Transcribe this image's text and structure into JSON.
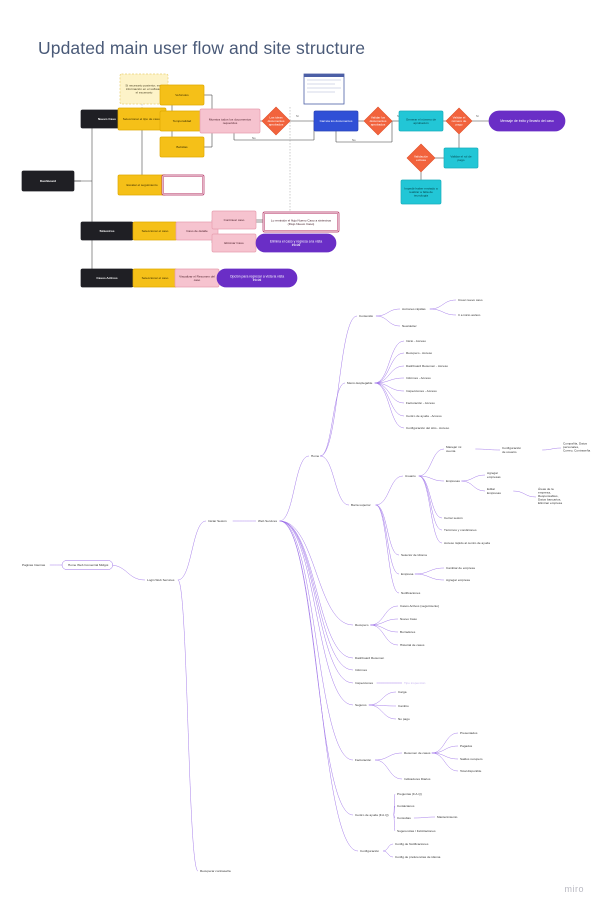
{
  "title": "Updated main user flow and site structure",
  "brand": "miro",
  "flow": {
    "nodes": [
      {
        "id": "f-dashboard",
        "text": "Dashboard",
        "style": "dark"
      },
      {
        "id": "f-nuevo-caso",
        "text": "Nuevo Caso",
        "style": "dark"
      },
      {
        "id": "f-siniestros",
        "text": "Siniestros",
        "style": "dark"
      },
      {
        "id": "f-casos-activos",
        "text": "Casos Activos",
        "style": "dark"
      },
      {
        "id": "f-note-dashed",
        "text": "Si necesario posterior, esta información en el software el escenario",
        "style": "note"
      },
      {
        "id": "f-sel-tipo",
        "text": "Seleccionar el tipo de casos",
        "style": "yellow"
      },
      {
        "id": "f-vehiculos",
        "text": "Vehículos",
        "style": "yellow"
      },
      {
        "id": "f-temporalidad",
        "text": "Temporalidad",
        "style": "yellow"
      },
      {
        "id": "f-bebidas",
        "text": "Bebidas",
        "style": "yellow"
      },
      {
        "id": "f-escalar",
        "text": "Escalar el seguimiento",
        "style": "yellow"
      },
      {
        "id": "f-box-empty",
        "text": "",
        "style": "outline"
      },
      {
        "id": "f-pink-docs",
        "text": "Muestra todos los documentos requeridos",
        "style": "pink"
      },
      {
        "id": "f-d1",
        "text": "Las ideas documentos aprobados",
        "style": "diamond"
      },
      {
        "id": "f-form",
        "text": "",
        "style": "form"
      },
      {
        "id": "f-blue",
        "text": "Carreta los documentos",
        "style": "blue"
      },
      {
        "id": "f-d2",
        "text": "Validar los documentos aprobados",
        "style": "diamond"
      },
      {
        "id": "f-cyan1",
        "text": "Generar el número de aprobación",
        "style": "cyan"
      },
      {
        "id": "f-d3",
        "text": "Validar el número de pago",
        "style": "diamond"
      },
      {
        "id": "f-end-purple",
        "text": "Mensaje de éxito y llevarlo del caso",
        "style": "purple"
      },
      {
        "id": "f-cyan2",
        "text": "Validar el rol de pago",
        "style": "cyan"
      },
      {
        "id": "f-d4",
        "text": "Validación exitosa",
        "style": "diamond"
      },
      {
        "id": "f-cyan3",
        "text": "Impedir haber enviado a realizar a falta de tecnología",
        "style": "cyan"
      },
      {
        "id": "f-sel-caso",
        "text": "Seleccionar el caso",
        "style": "yellow"
      },
      {
        "id": "f-ver-detalle",
        "text": "Caso de detalle",
        "style": "pink"
      },
      {
        "id": "f-continuar",
        "text": "Continuar caso",
        "style": "pink"
      },
      {
        "id": "f-eliminar",
        "text": "Eliminar Caso",
        "style": "pink"
      },
      {
        "id": "f-outline-2",
        "text": "Lo remisión el flujo Nuevo Caso a siniestros (Flujo Nuevo Caso)",
        "style": "outline"
      },
      {
        "id": "f-purple2",
        "text": "Elimina el caso y regresa a la vista inicial",
        "style": "purple"
      },
      {
        "id": "f-sel-caso2",
        "text": "Seleccionar el caso",
        "style": "yellow"
      },
      {
        "id": "f-ver-resumen",
        "text": "Visualizar el Resumen del caso",
        "style": "pink"
      },
      {
        "id": "f-purple3",
        "text": "Opción para regresar a vista la vista inicial",
        "style": "purple"
      }
    ],
    "edge_labels": [
      "Sí",
      "No",
      "Sí",
      "No",
      "Sí",
      "No"
    ]
  },
  "tree": {
    "nodes": [
      {
        "id": "t-paginas",
        "text": "Paginas Internas",
        "depth": 0
      },
      {
        "id": "t-home",
        "text": "Home Web Comercial Midgot",
        "depth": 1
      },
      {
        "id": "t-login",
        "text": "Login Web Services",
        "depth": 2
      },
      {
        "id": "t-iniciar",
        "text": "Iniciar Sesión",
        "depth": 3
      },
      {
        "id": "t-recuperar-pw",
        "text": "Recuperar contraseña",
        "depth": 3
      },
      {
        "id": "t-web",
        "text": "Web Services",
        "depth": 4
      },
      {
        "id": "t-home2",
        "text": "Home",
        "depth": 5
      },
      {
        "id": "t-contenido",
        "text": "Contenido",
        "depth": 6
      },
      {
        "id": "t-acciones",
        "text": "Acciones rápidas",
        "depth": 7
      },
      {
        "id": "t-crear-caso",
        "text": "Crear nuevo caso",
        "depth": 8
      },
      {
        "id": "t-ir-inicio",
        "text": "Ir a inicio ac/aco",
        "depth": 8
      },
      {
        "id": "t-newsletter",
        "text": "Newsletter",
        "depth": 7
      },
      {
        "id": "t-menu",
        "text": "Menú desplegable",
        "depth": 6
      },
      {
        "id": "t-m1",
        "text": "Inicio - Acceso",
        "depth": 7
      },
      {
        "id": "t-m2",
        "text": "Recupero - Acceso",
        "depth": 7
      },
      {
        "id": "t-m3",
        "text": "Dashboard Resumen - Acceso",
        "depth": 7
      },
      {
        "id": "t-m4",
        "text": "Informes - Acceso",
        "depth": 7
      },
      {
        "id": "t-m5",
        "text": "Inspecciones - Acceso",
        "depth": 7
      },
      {
        "id": "t-m6",
        "text": "Facturación - Acceso",
        "depth": 7
      },
      {
        "id": "t-m7",
        "text": "Centro de ayuda - Acceso",
        "depth": 7
      },
      {
        "id": "t-m8",
        "text": "Configuración del sitio - Acceso",
        "depth": 7
      },
      {
        "id": "t-barra",
        "text": "Barra superior",
        "depth": 6
      },
      {
        "id": "t-usuario",
        "text": "Usuario",
        "depth": 7
      },
      {
        "id": "t-manejar",
        "text": "Manejar mi cuenta",
        "depth": 8
      },
      {
        "id": "t-config-usr",
        "text": "Configuración de usuario",
        "depth": 9
      },
      {
        "id": "t-compania",
        "text": "Compañía, Datos personales, Correo, Contraseña",
        "depth": 10
      },
      {
        "id": "t-empresas",
        "text": "Empresas",
        "depth": 8
      },
      {
        "id": "t-agregar",
        "text": "Agregar empresas",
        "depth": 9
      },
      {
        "id": "t-editar",
        "text": "Editar Empresas",
        "depth": 9
      },
      {
        "id": "t-areas",
        "text": "Áreas de la empresa, Responsables, Datos bancarios, Eliminar empresa",
        "depth": 10
      },
      {
        "id": "t-cerrar",
        "text": "Cerrar sesión",
        "depth": 8
      },
      {
        "id": "t-terminos",
        "text": "Términos y condiciones",
        "depth": 8
      },
      {
        "id": "t-acceso-ayuda",
        "text": "Acceso rápido al centro de ayuda",
        "depth": 8
      },
      {
        "id": "t-idioma",
        "text": "Selector de Idioma",
        "depth": 7
      },
      {
        "id": "t-empresa",
        "text": "Empresa",
        "depth": 7
      },
      {
        "id": "t-cambiar",
        "text": "Cambiar de empresa",
        "depth": 8
      },
      {
        "id": "t-agregar2",
        "text": "Agregar empresa",
        "depth": 8
      },
      {
        "id": "t-notif",
        "text": "Notificaciones",
        "depth": 7
      },
      {
        "id": "t-recupero",
        "text": "Recupero",
        "depth": 5
      },
      {
        "id": "t-casos-act",
        "text": "Casos Activos (seguimiento)",
        "depth": 6
      },
      {
        "id": "t-nuevo",
        "text": "Nuevo Caso",
        "depth": 6
      },
      {
        "id": "t-borradores",
        "text": "Borradores",
        "depth": 6
      },
      {
        "id": "t-historial",
        "text": "Historial de casos",
        "depth": 6
      },
      {
        "id": "t-dash",
        "text": "Dashboard Resumen",
        "depth": 5
      },
      {
        "id": "t-informes",
        "text": "Informes",
        "depth": 5
      },
      {
        "id": "t-inspecciones",
        "text": "Inspecciones",
        "depth": 5
      },
      {
        "id": "t-tipo-insp",
        "text": "Tipo inspección",
        "depth": 6
      },
      {
        "id": "t-seguros",
        "text": "Seguros",
        "depth": 5
      },
      {
        "id": "t-carga",
        "text": "Carga",
        "depth": 6
      },
      {
        "id": "t-cambio",
        "text": "Cambio",
        "depth": 6
      },
      {
        "id": "t-nopago",
        "text": "No pago",
        "depth": 6
      },
      {
        "id": "t-facturacion",
        "text": "Facturación",
        "depth": 5
      },
      {
        "id": "t-resumen",
        "text": "Resumen de casos",
        "depth": 6
      },
      {
        "id": "t-presentados",
        "text": "Presentados",
        "depth": 7
      },
      {
        "id": "t-pagados",
        "text": "Pagados",
        "depth": 7
      },
      {
        "id": "t-saldos",
        "text": "Saldos recupero",
        "depth": 7
      },
      {
        "id": "t-total",
        "text": "Total disponible",
        "depth": 7
      },
      {
        "id": "t-indicadores",
        "text": "Indicadores Diarios",
        "depth": 6
      },
      {
        "id": "t-centro",
        "text": "Centro de ayuda (F.A.Q)",
        "depth": 5
      },
      {
        "id": "t-faq",
        "text": "Preguntas (F.A.Q)",
        "depth": 6
      },
      {
        "id": "t-contactanos",
        "text": "Contáctanos",
        "depth": 6
      },
      {
        "id": "t-consultas",
        "text": "Consultas",
        "depth": 6
      },
      {
        "id": "t-mantenimiento",
        "text": "Mantenimiento",
        "depth": 7
      },
      {
        "id": "t-sugerencias",
        "text": "Sugerencias / Felicitaciones",
        "depth": 6
      },
      {
        "id": "t-config",
        "text": "Configuración",
        "depth": 5
      },
      {
        "id": "t-cfg-notif",
        "text": "Config de Notificaciones",
        "depth": 6
      },
      {
        "id": "t-cfg-idioma",
        "text": "Config de preferencias de idioma",
        "depth": 6
      }
    ]
  }
}
